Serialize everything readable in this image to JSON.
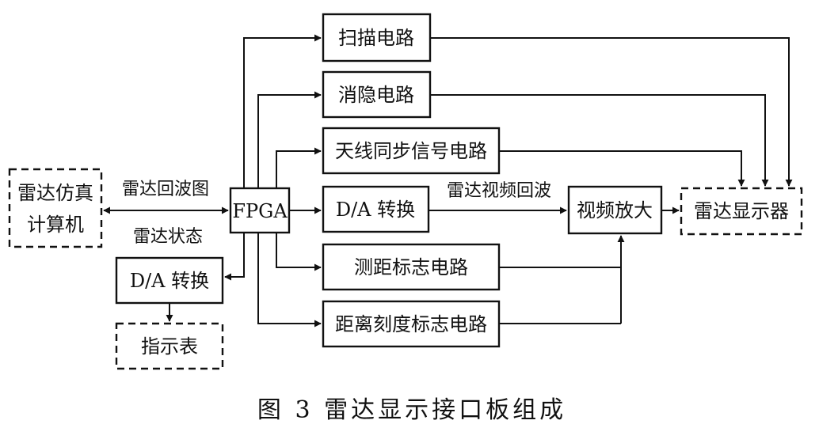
{
  "nodes": {
    "radar_sim_line1": "雷达仿真",
    "radar_sim_line2": "计算机",
    "fpga": "FPGA",
    "scan": "扫描电路",
    "blank": "消隐电路",
    "antenna_sync": "天线同步信号电路",
    "da_convert": "D/A 转换",
    "range_marker": "测距标志电路",
    "range_scale": "距离刻度标志电路",
    "video_amp": "视频放大",
    "radar_display": "雷达显示器",
    "da_convert_left": "D/A 转换",
    "indicator": "指示表"
  },
  "edge_labels": {
    "echo_image": "雷达回波图",
    "radar_status": "雷达状态",
    "video_echo": "雷达视频回波"
  },
  "caption": "图 3  雷达显示接口板组成"
}
